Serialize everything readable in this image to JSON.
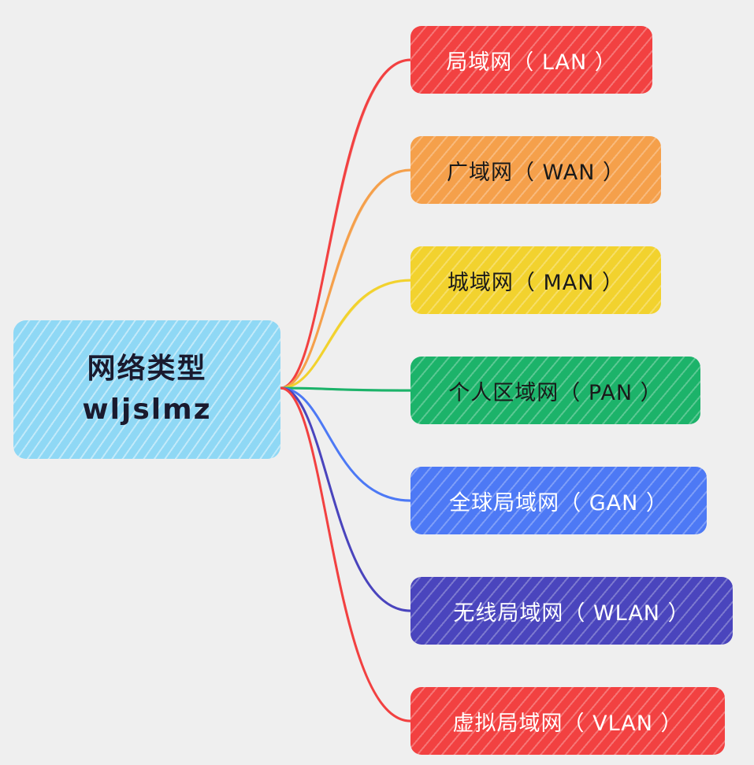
{
  "root": {
    "title": "网络类型",
    "subtitle": "wljslmz",
    "color": "#8fd8f5"
  },
  "branches": [
    {
      "label": "局域网（ LAN ）",
      "color": "#f24141",
      "text_color": "#ffffff"
    },
    {
      "label": "广域网（ WAN ）",
      "color": "#f5a04b",
      "text_color": "#1a1a1a"
    },
    {
      "label": "城域网（ MAN ）",
      "color": "#f2d22e",
      "text_color": "#1a1a1a"
    },
    {
      "label": "个人区域网（ PAN ）",
      "color": "#1cb36a",
      "text_color": "#1a1a1a"
    },
    {
      "label": "全球局域网（ GAN ）",
      "color": "#4d79f5",
      "text_color": "#ffffff"
    },
    {
      "label": "无线局域网（ WLAN ）",
      "color": "#4a45bd",
      "text_color": "#ffffff"
    },
    {
      "label": "虚拟局域网（ VLAN ）",
      "color": "#f24141",
      "text_color": "#ffffff"
    }
  ]
}
